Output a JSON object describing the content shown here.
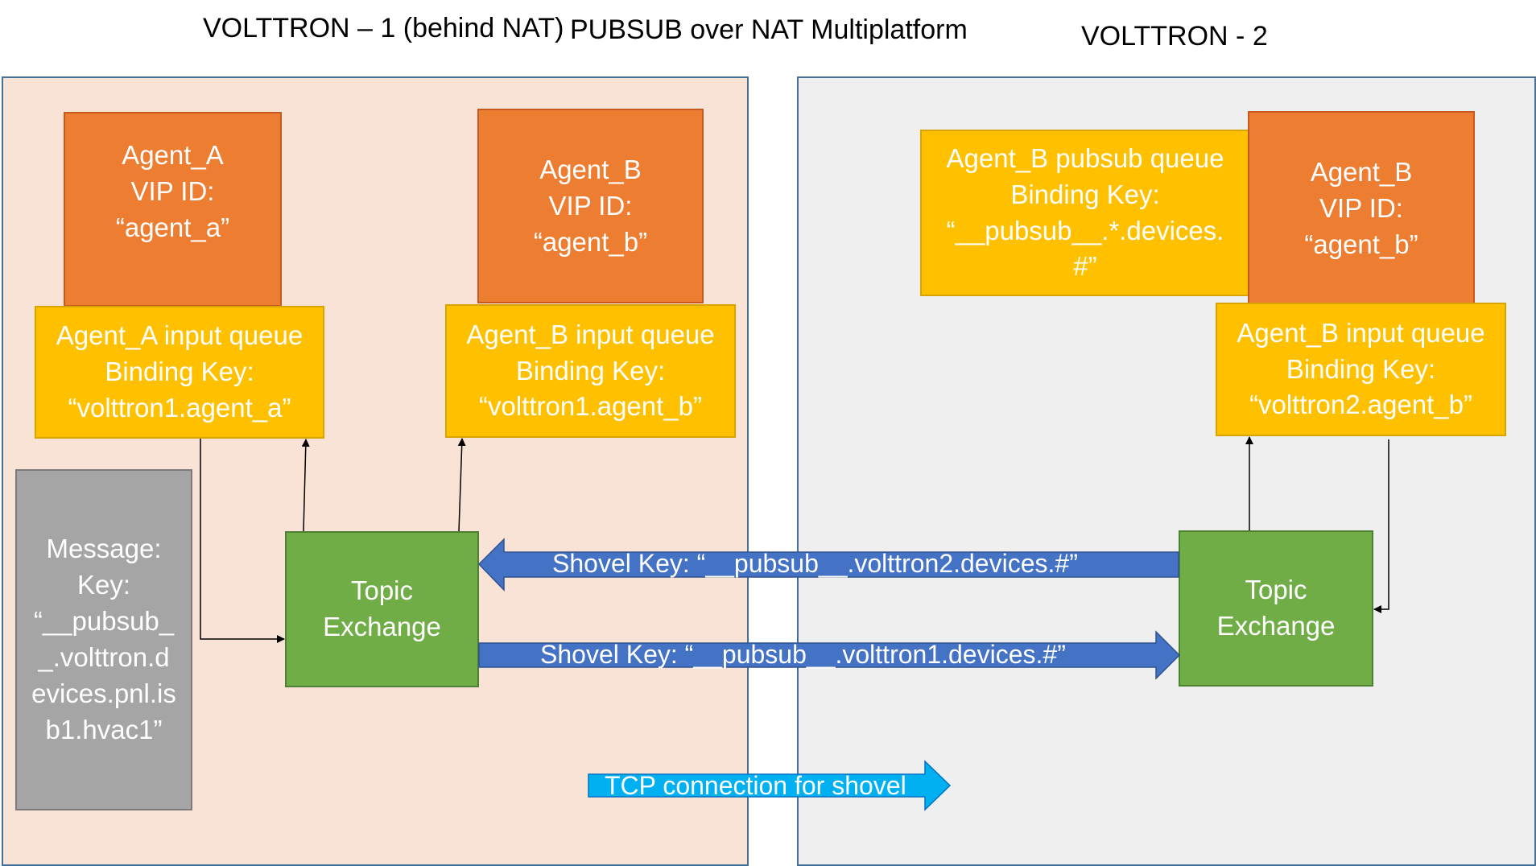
{
  "titles": {
    "left": "VOLTTRON – 1 (behind NAT)",
    "center": "PUBSUB over NAT Multiplatform",
    "right": "VOLTTRON - 2"
  },
  "left": {
    "agent_a": {
      "lines": [
        "Agent_A",
        "VIP ID:",
        "“agent_a”"
      ]
    },
    "agent_b": {
      "lines": [
        "Agent_B",
        "VIP ID:",
        "“agent_b”"
      ]
    },
    "agent_a_queue": {
      "lines": [
        "Agent_A input queue",
        "Binding Key:",
        "“volttron1.agent_a”"
      ]
    },
    "agent_b_queue": {
      "lines": [
        "Agent_B input queue",
        "Binding Key:",
        "“volttron1.agent_b”"
      ]
    },
    "message": {
      "lines": [
        "Message:",
        "Key:",
        "“__pubsub_",
        "_.volttron.d",
        "evices.pnl.is",
        "b1.hvac1”"
      ]
    },
    "exchange": {
      "lines": [
        "Topic",
        "Exchange"
      ]
    }
  },
  "right": {
    "pubsub_queue": {
      "lines": [
        "Agent_B pubsub queue",
        "Binding Key:",
        "“__pubsub__.*.devices.",
        "#”"
      ]
    },
    "agent_b": {
      "lines": [
        "Agent_B",
        "VIP ID:",
        "“agent_b”"
      ]
    },
    "agent_b_queue": {
      "lines": [
        "Agent_B input queue",
        "Binding Key:",
        "“volttron2.agent_b”"
      ]
    },
    "exchange": {
      "lines": [
        "Topic",
        "Exchange"
      ]
    }
  },
  "shovels": {
    "top": "Shovel Key: “__pubsub__.volttron2.devices.#”",
    "bottom": "Shovel Key: “__pubsub__.volttron1.devices.#”"
  },
  "tcp_label": "TCP connection for shovel",
  "colors": {
    "left_panel": "#f9e3d7",
    "right_panel": "#efefef",
    "agent": "#ed7d31",
    "queue": "#ffc000",
    "exchange": "#70ad47",
    "message": "#a5a5a5",
    "shovel_arrow": "#4472c4",
    "tcp_arrow": "#00b0f0"
  }
}
